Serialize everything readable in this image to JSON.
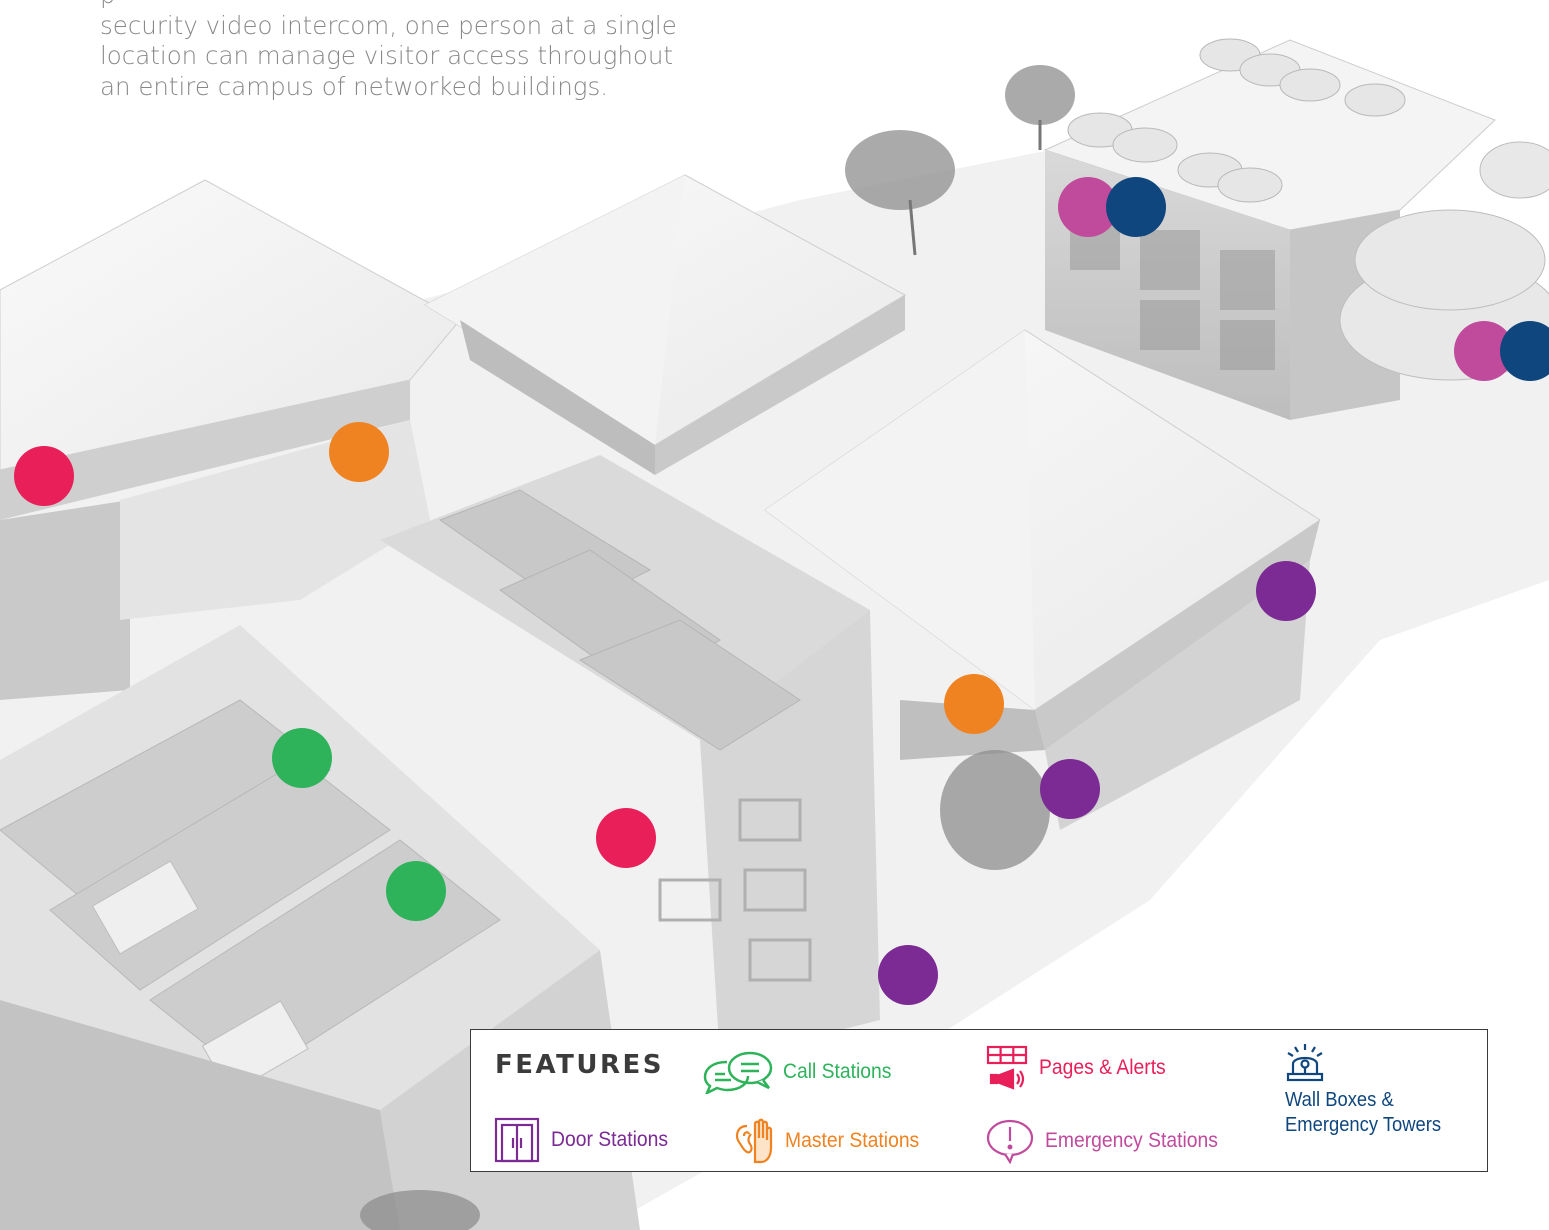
{
  "intro": {
    "line1": "p",
    "line2": "security video intercom, one person at a single",
    "line3": "location can manage visitor access throughout",
    "line4": "an entire campus of networked buildings."
  },
  "colors": {
    "call": "#2eb35b",
    "master": "#f08321",
    "pages": "#e81f59",
    "emergency": "#c04b9d",
    "door": "#7b2b93",
    "wallbox": "#0f467e"
  },
  "markers": [
    {
      "type": "pages"
    },
    {
      "type": "pages"
    },
    {
      "type": "master"
    },
    {
      "type": "master"
    },
    {
      "type": "call"
    },
    {
      "type": "call"
    },
    {
      "type": "door"
    },
    {
      "type": "door"
    },
    {
      "type": "door"
    },
    {
      "type": "emergency"
    },
    {
      "type": "wallbox"
    },
    {
      "type": "emergency"
    },
    {
      "type": "wallbox"
    }
  ],
  "legend": {
    "title": "FEATURES",
    "items": [
      {
        "label": "Call Stations",
        "icon": "speech-bubbles-icon"
      },
      {
        "label": "Pages & Alerts",
        "icon": "megaphone-display-icon"
      },
      {
        "label": "Wall Boxes &",
        "label2": "Emergency Towers",
        "icon": "beacon-light-icon"
      },
      {
        "label": "Door Stations",
        "icon": "double-door-icon"
      },
      {
        "label": "Master Stations",
        "icon": "ear-hand-icon"
      },
      {
        "label": "Emergency Stations",
        "icon": "exclamation-bubble-icon"
      }
    ]
  }
}
